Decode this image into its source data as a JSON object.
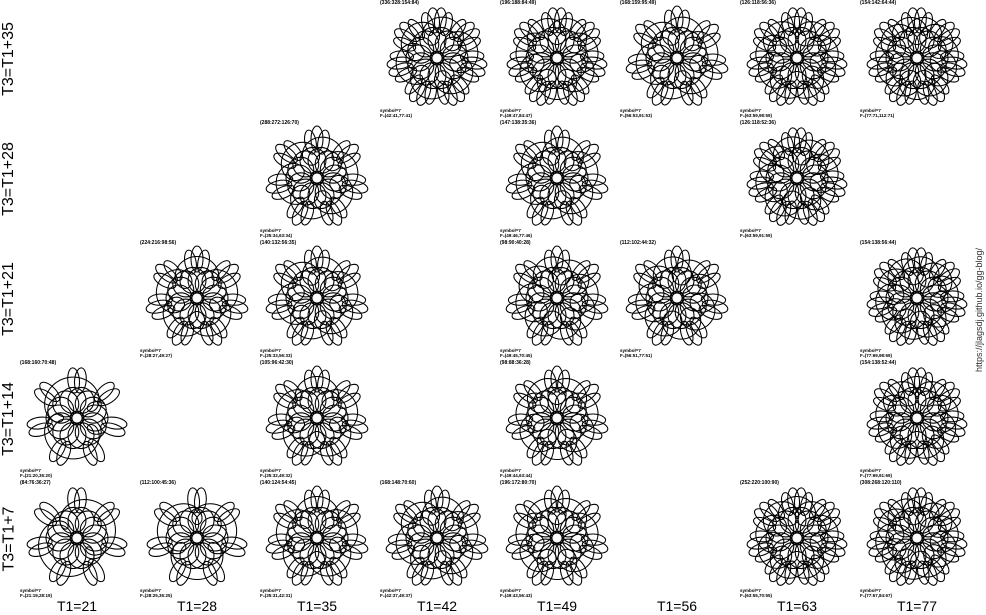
{
  "rows": [
    "T3=T1+35",
    "T3=T1+28",
    "T3=T1+21",
    "T3=T1+14",
    "T3=T1+7"
  ],
  "columns": [
    "T1=21",
    "T1=28",
    "T1=35",
    "T1=42",
    "T1=49",
    "T1=56",
    "T1=63",
    "T1=77"
  ],
  "watermark": "https://jlagsdj.github.io/gg-blog/",
  "cells": [
    {
      "r": 0,
      "c": 3,
      "top": "(336:328:154:84)",
      "sym": "symbol=7",
      "f": "F₀(42:41,77:41)",
      "petals": 7,
      "loops": 7,
      "density": 14
    },
    {
      "r": 0,
      "c": 4,
      "top": "(196:188:84:49)",
      "sym": "symbol=7",
      "f": "F₀(49:47,84:47)",
      "petals": 7,
      "loops": 7,
      "density": 16
    },
    {
      "r": 0,
      "c": 5,
      "top": "(168:159:95:49)",
      "sym": "symbol=7",
      "f": "F₀(56:53,91:53)",
      "petals": 7,
      "loops": 6,
      "density": 14
    },
    {
      "r": 0,
      "c": 6,
      "top": "(126:118:56:36)",
      "sym": "symbol=7",
      "f": "F₀(63:59,98:59)",
      "petals": 7,
      "loops": 7,
      "density": 20
    },
    {
      "r": 0,
      "c": 7,
      "top": "(154:142:64:44)",
      "sym": "symbol=7",
      "f": "F₀(77:71,112:71)",
      "petals": 7,
      "loops": 7,
      "density": 24
    },
    {
      "r": 1,
      "c": 2,
      "top": "(288:272:126:70)",
      "sym": "symbol=7",
      "f": "F₀(35:34,63:34)",
      "petals": 7,
      "loops": 6,
      "density": 14
    },
    {
      "r": 1,
      "c": 4,
      "top": "(147:138:35:36)",
      "sym": "symbol=7",
      "f": "F₀(49:46,77:46)",
      "petals": 7,
      "loops": 6,
      "density": 14
    },
    {
      "r": 1,
      "c": 6,
      "top": "(126:118:52:36)",
      "sym": "symbol=7",
      "f": "F₀(63:59,91:59)",
      "petals": 7,
      "loops": 7,
      "density": 18
    },
    {
      "r": 2,
      "c": 1,
      "top": "(224:216:98:56)",
      "sym": "symbol=7",
      "f": "F₀(28:27,49:27)",
      "petals": 7,
      "loops": 5,
      "density": 12
    },
    {
      "r": 2,
      "c": 2,
      "top": "(140:132:56:35)",
      "sym": "symbol=7",
      "f": "F₀(35:33,56:33)",
      "petals": 7,
      "loops": 5,
      "density": 14
    },
    {
      "r": 2,
      "c": 4,
      "top": "(98:90:40:28)",
      "sym": "symbol=7",
      "f": "F₀(49:45,70:45)",
      "petals": 7,
      "loops": 6,
      "density": 18
    },
    {
      "r": 2,
      "c": 5,
      "top": "(112:102:44:32)",
      "sym": "symbol=7",
      "f": "F₀(56:51,77:51)",
      "petals": 7,
      "loops": 6,
      "density": 18
    },
    {
      "r": 2,
      "c": 7,
      "top": "(154:138:56:44)",
      "sym": "symbol=7",
      "f": "F₀(77:69,98:69)",
      "petals": 7,
      "loops": 7,
      "density": 22
    },
    {
      "r": 3,
      "c": 0,
      "top": "(168:160:70:48)",
      "sym": "symbol=7",
      "f": "F₀(21:20,35:20)",
      "petals": 7,
      "loops": 3,
      "density": 7
    },
    {
      "r": 3,
      "c": 2,
      "top": "(105:96:42:30)",
      "sym": "symbol=7",
      "f": "F₀(35:32,49:32)",
      "petals": 7,
      "loops": 5,
      "density": 12
    },
    {
      "r": 3,
      "c": 4,
      "top": "(98:88:36:28)",
      "sym": "symbol=7",
      "f": "F₀(49:44,63:44)",
      "petals": 7,
      "loops": 6,
      "density": 16
    },
    {
      "r": 3,
      "c": 7,
      "top": "(154:138:52:44)",
      "sym": "symbol=7",
      "f": "F₀(77:69,91:69)",
      "petals": 7,
      "loops": 7,
      "density": 20
    },
    {
      "r": 4,
      "c": 0,
      "top": "(84:76:36:27)",
      "sym": "symbol=7",
      "f": "F₀(21:19,28:19)",
      "petals": 7,
      "loops": 3,
      "density": 6
    },
    {
      "r": 4,
      "c": 1,
      "top": "(112:100:45:36)",
      "sym": "symbol=7",
      "f": "F₀(28:25,35:25)",
      "petals": 7,
      "loops": 4,
      "density": 8
    },
    {
      "r": 4,
      "c": 2,
      "top": "(140:124:54:45)",
      "sym": "symbol=7",
      "f": "F₀(35:31,42:31)",
      "petals": 7,
      "loops": 5,
      "density": 12
    },
    {
      "r": 4,
      "c": 3,
      "top": "(168:148:70:60)",
      "sym": "symbol=7",
      "f": "F₀(42:37,49:37)",
      "petals": 7,
      "loops": 5,
      "density": 14
    },
    {
      "r": 4,
      "c": 4,
      "top": "(196:172:80:70)",
      "sym": "symbol=7",
      "f": "F₀(49:43,56:43)",
      "petals": 7,
      "loops": 6,
      "density": 16
    },
    {
      "r": 4,
      "c": 6,
      "top": "(252:220:100:90)",
      "sym": "symbol=7",
      "f": "F₀(63:55,70:55)",
      "petals": 7,
      "loops": 7,
      "density": 20
    },
    {
      "r": 4,
      "c": 7,
      "top": "(308:268:120:110)",
      "sym": "symbol=7",
      "f": "F₀(77:67,84:67)",
      "petals": 7,
      "loops": 7,
      "density": 22
    }
  ]
}
